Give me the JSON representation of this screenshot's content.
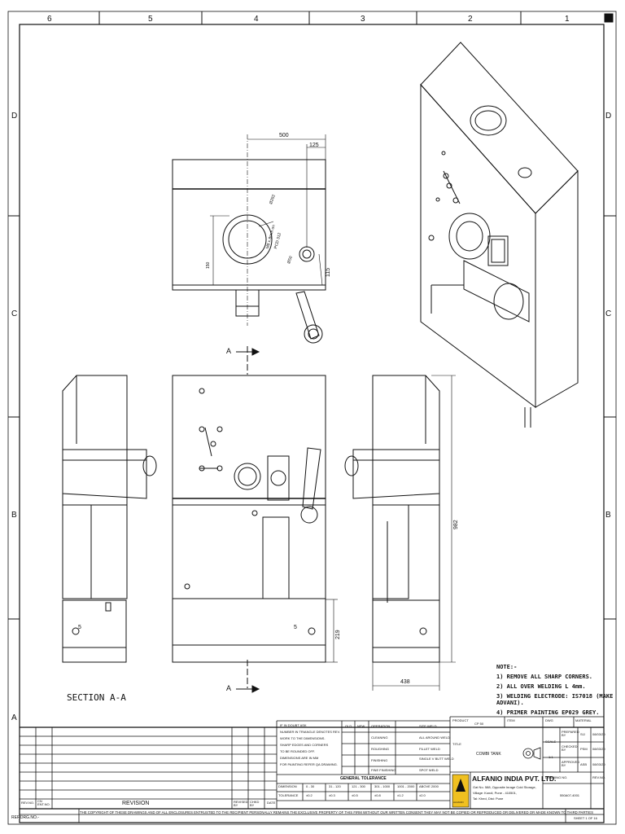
{
  "zones_top": [
    "6",
    "5",
    "4",
    "3",
    "2",
    "1"
  ],
  "zones_side": [
    "D",
    "C",
    "B",
    "A"
  ],
  "dims": {
    "d500": "500",
    "d125": "125",
    "d282": "Ø282",
    "thread": "M8 x 8mm on",
    "pcd": "PCD 312",
    "d150": "150",
    "d50": "Ø50",
    "d115": "115",
    "d982": "982",
    "d219": "219",
    "d438": "438",
    "weld5_a": "5",
    "weld5_b": "5"
  },
  "section_label": "SECTION A-A",
  "section_marker_a1": "A",
  "section_marker_a2": "A",
  "notes": {
    "title": "NOTE:-",
    "items": [
      "1)  REMOVE ALL SHARP CORNERS.",
      "2)  ALL OVER WELDING  L 4mm.",
      "3)  WELDING ELECTRODE: IS7018 (MAKE ADVANI).",
      "4)  PRIMER PAINTING EP029 GREY."
    ]
  },
  "general_notes": [
    "IF IN DOUBT ASK",
    "NUMBER IN TRIANGLE DENOTES REV.",
    "WORK TO THE DIMENSIONS.",
    "SHARP EDGES AND CORNERS",
    "TO BE ROUNDED OFF.",
    "DIMENSIONS ARE IN MM",
    "FOR PAINTING REFER QA DRAWING."
  ],
  "symbols_table": {
    "headers": [
      "OLD",
      "NEW",
      "OPERATION"
    ],
    "operations": [
      "CLEANING",
      "ROUGHING",
      "FINISHING",
      "FINE FINISHING"
    ],
    "welds": [
      "SITE WELD",
      "ALL AROUND WELD",
      "FILLET WELD",
      "SINGLE V BUTT WELD",
      "SPOT WELD"
    ]
  },
  "tolerance": {
    "title": "GENERAL TOLERANCE",
    "row1": [
      "DIMENSION",
      "0 - 30",
      "31 - 120",
      "121 - 300",
      "301 - 1000",
      "1001 - 2000",
      "ABOVE 2000"
    ],
    "row2": [
      "TOLERANCE",
      "±0.2",
      "±0.3",
      "±0.5",
      "±0.8",
      "±1.2",
      "±2.0"
    ]
  },
  "revision_headers": {
    "rev": "REV.NO.",
    "ecn": "CN ENT.NO.",
    "revision": "REVISION",
    "revised": "REVISED BY",
    "chkd": "CHKD BY",
    "date": "DATE"
  },
  "title_block": {
    "product_label": "PRODUCT",
    "product": "CP 50",
    "item_label": "ITEM",
    "dwg_label": "DWG",
    "material_label": "MATERIAL",
    "title_label": "TITLE",
    "title": "COMBI TANK",
    "scale_label": "SCALE",
    "scale": "1:1",
    "prepared_label": "PREPARED BY",
    "checked_label": "CHECKED BY",
    "approved_label": "APPROVED BY",
    "prepared_by": "SIJ",
    "checked_by": "PSM",
    "approved_by": "ASB",
    "date1": "08/03/20",
    "date2": "08/03/20",
    "date3": "08/03/20",
    "company": "ALFANIO INDIA PVT. LTD.",
    "address1": "Gat No. 588, Opposite Inrage Cold Storage,",
    "address2": "Village: Kondi, Pune - 410501,",
    "address3": "Tal: Khed, Dist: Pune",
    "logo_text": "ALFANIO",
    "drawing_no_label": "DRAWING NO.",
    "drawing_no": "550A07-4001",
    "rev_no_label": "REV.NO.",
    "sheet": "SHEET 1 OF 16"
  },
  "copyright": "THE COPYRIGHT OF THESE DRAWINGS AND OF ALL ENCLOSURES ENTRUSTED TO  THE RECIPIENT PERSONALLY REMAINS THE EXCLUSIVE PROPERTY OF THIS FIRM WITHOUT OUR WRITTEN CONSENT THEY MAY NOT BE COPIED OR REPRODUCED OR DELIVERED OR MADE KNOWN TO THIRD PARTIES",
  "ref_drg": "REF.DRG.NO.-",
  "colors": {
    "line": "#111111",
    "paper": "#ffffff",
    "logo": "#f0c020"
  }
}
